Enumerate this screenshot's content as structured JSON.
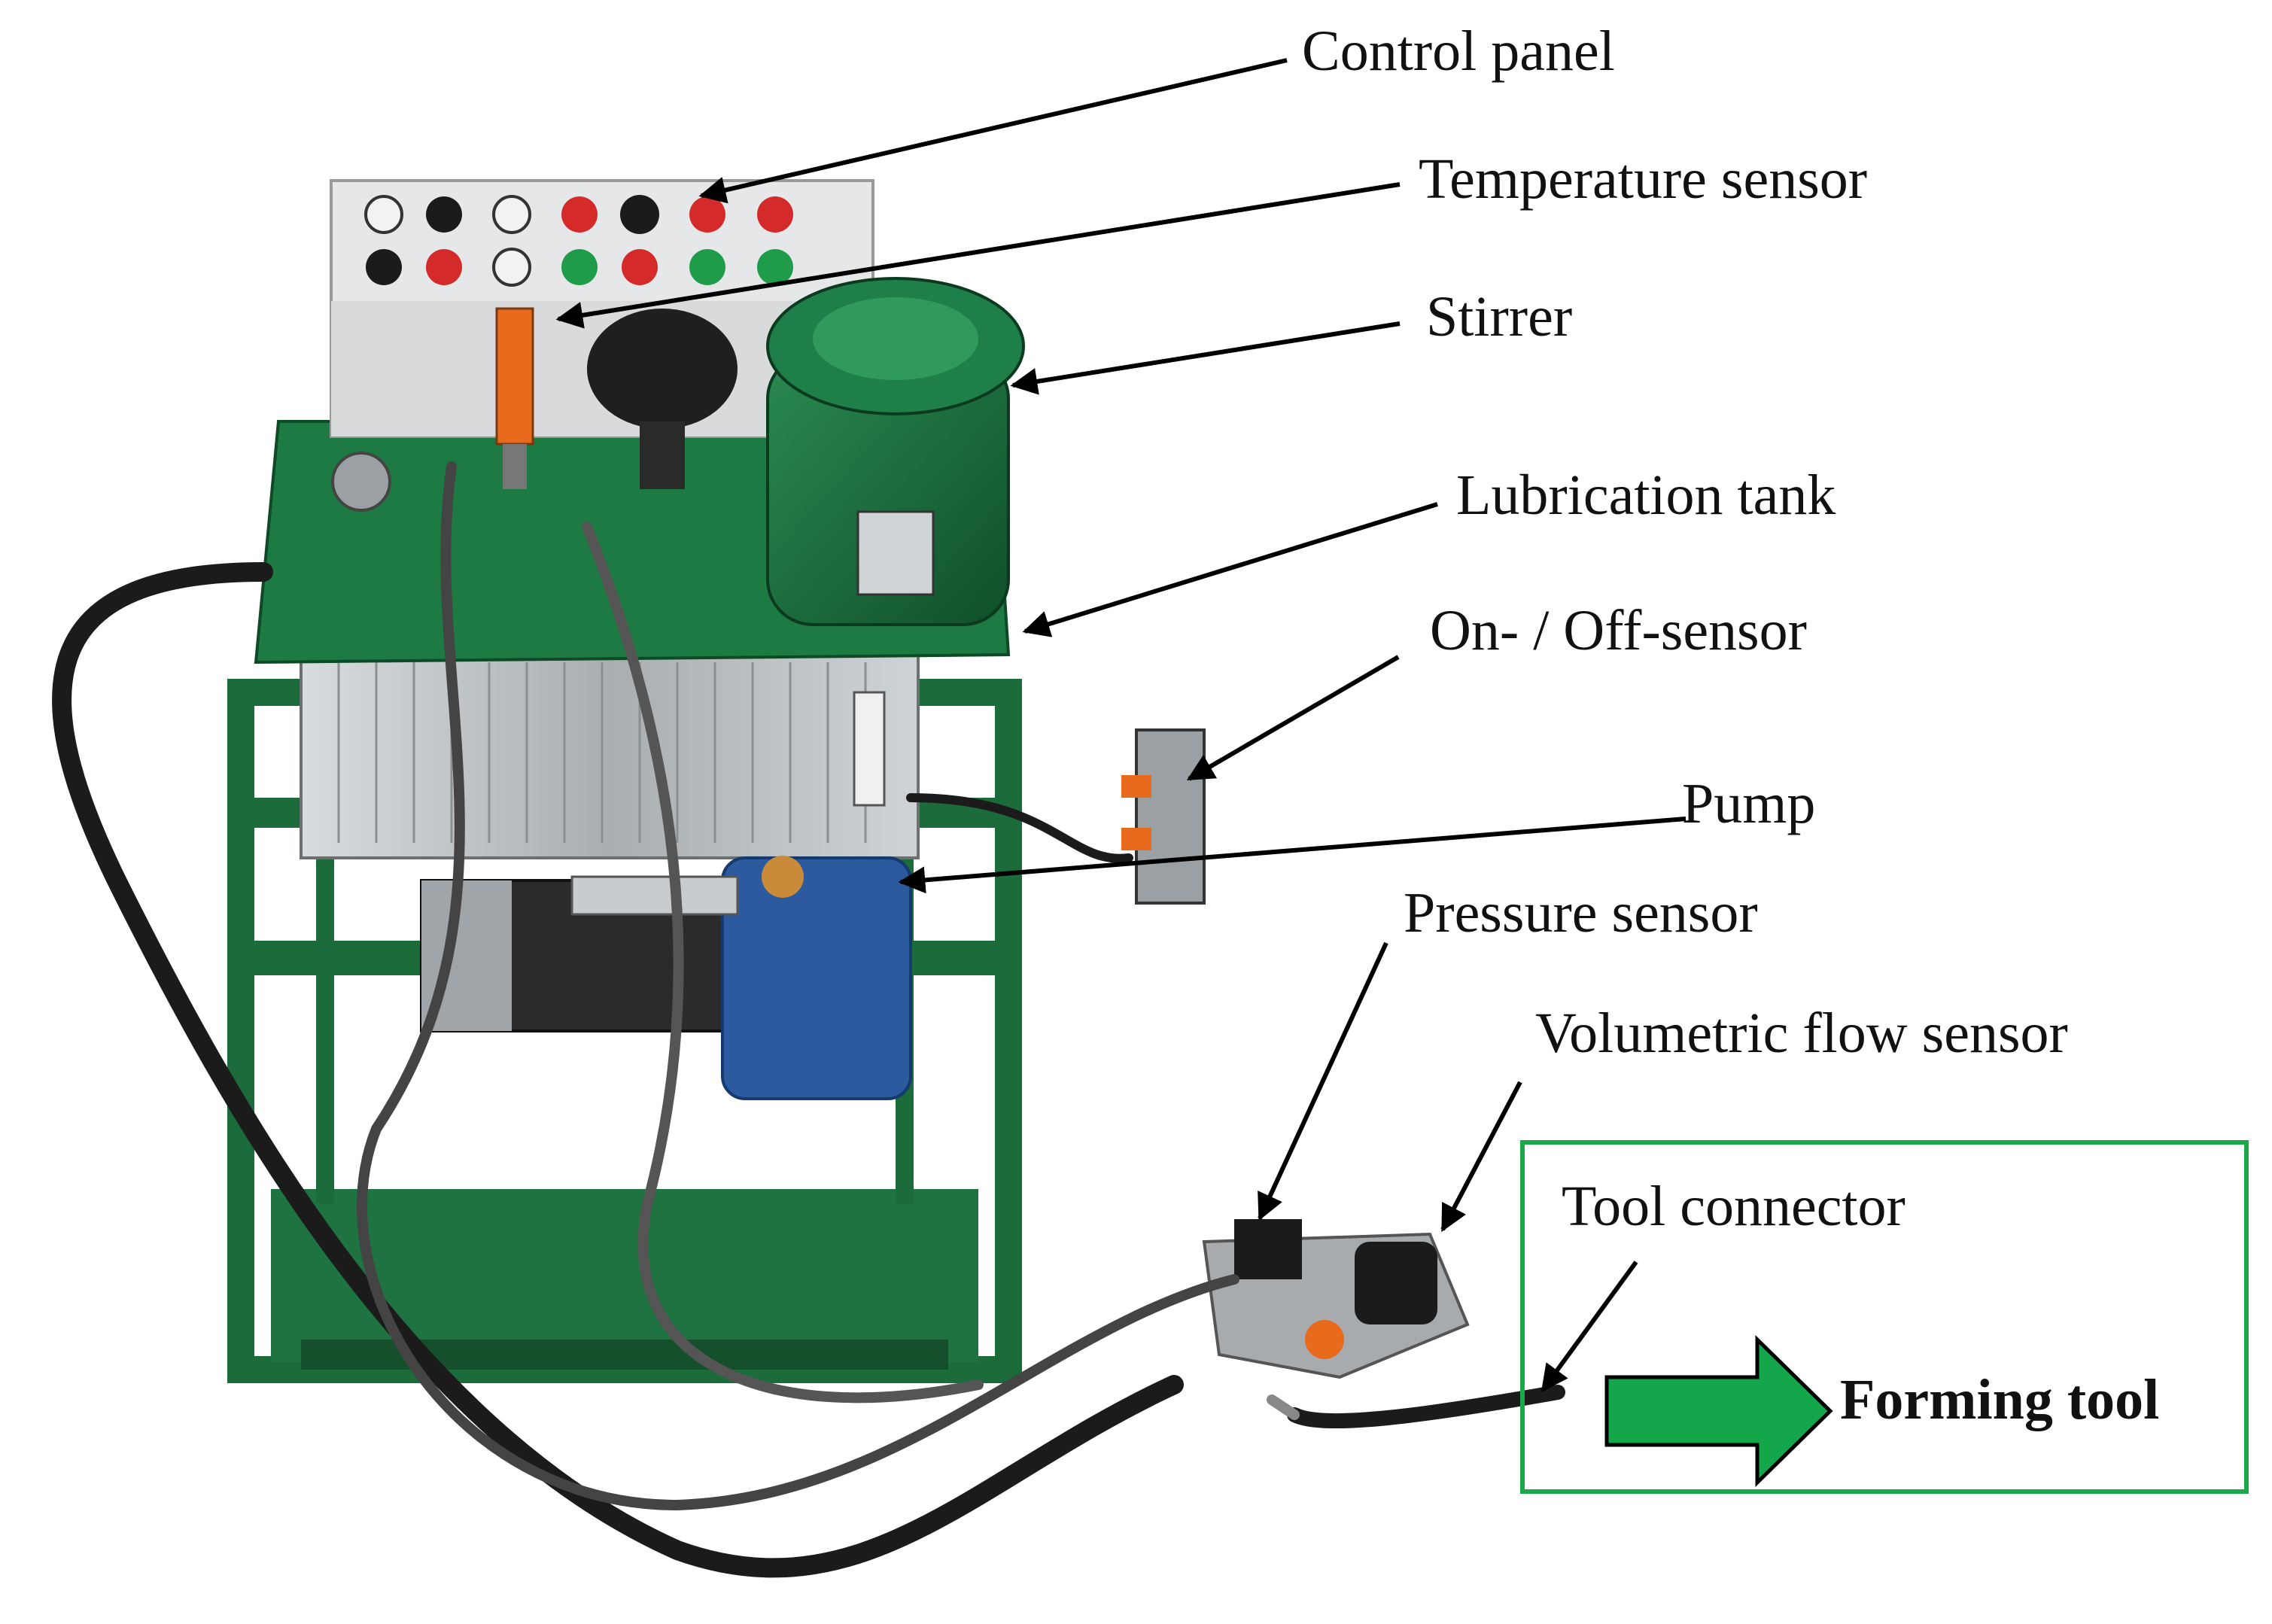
{
  "labels": {
    "control_panel": "Control panel",
    "temperature_sensor": "Temperature sensor",
    "stirrer": "Stirrer",
    "lubrication_tank": "Lubrication tank",
    "on_off_sensor": "On- / Off-sensor",
    "pump": "Pump",
    "pressure_sensor": "Pressure sensor",
    "volumetric_flow_sensor": "Volumetric flow sensor",
    "tool_connector": "Tool connector",
    "forming_tool": "Forming tool"
  },
  "colors": {
    "frame_green": "#1c6b3a",
    "tank_steel": "#b9bec0",
    "motor_green": "#176b3a",
    "pump_blue": "#2c5a9e",
    "callout_border": "#1aa84a",
    "arrow_fill": "#14a64a",
    "hose": "#1b1b1b",
    "panel_grey": "#e6e7e8"
  },
  "icons": {
    "leader": "black-arrow-icon",
    "flow": "green-block-arrow-icon"
  }
}
